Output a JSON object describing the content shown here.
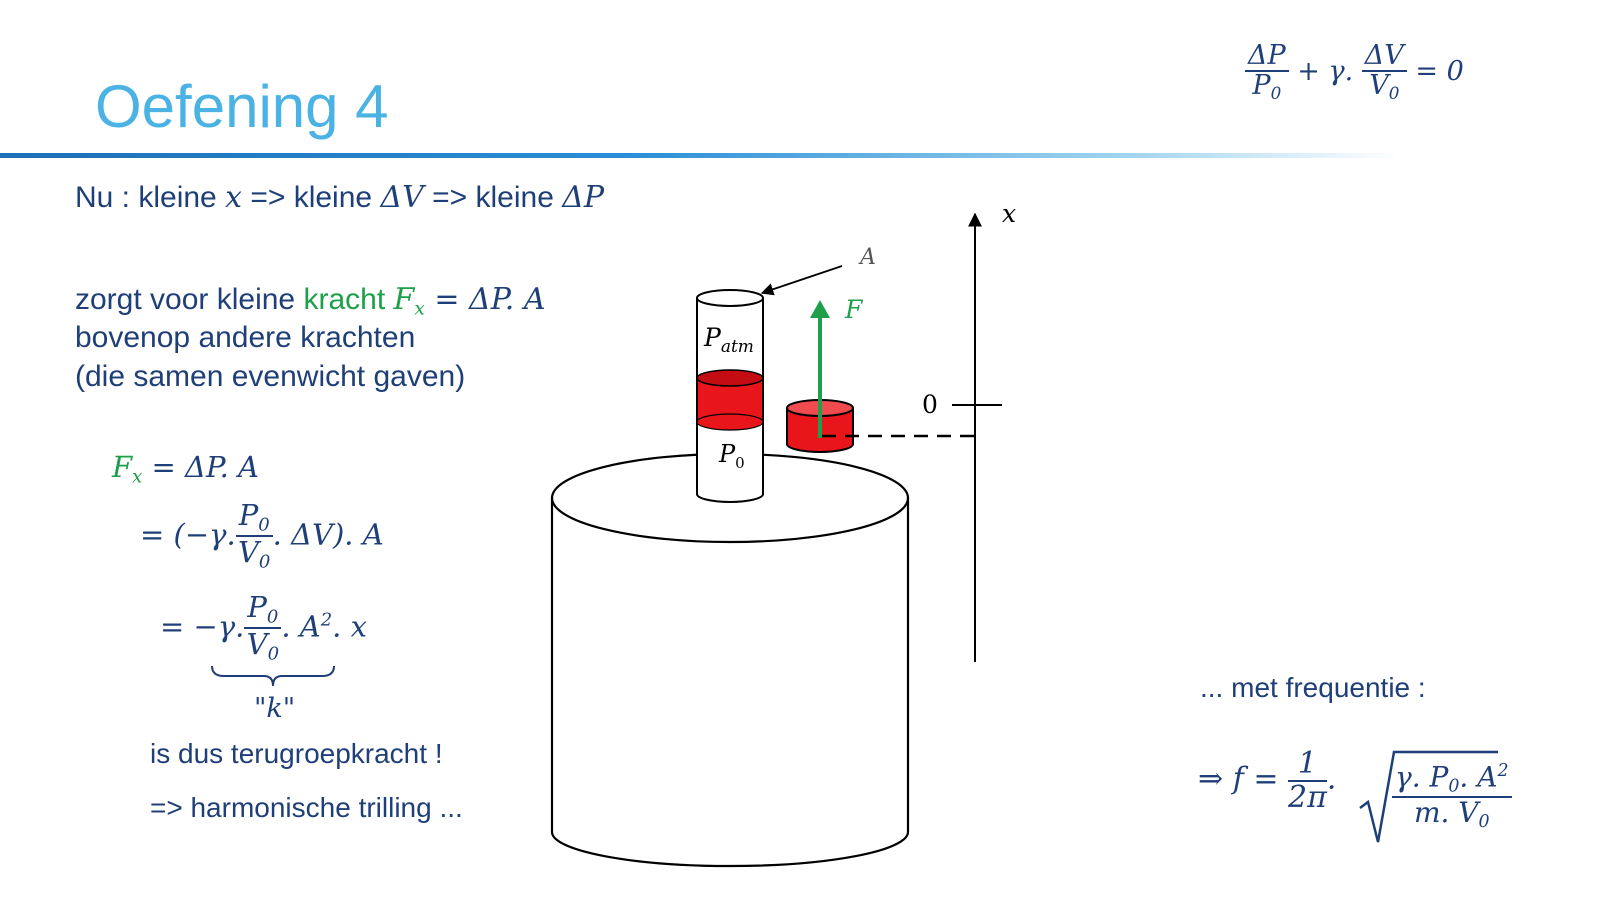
{
  "slide": {
    "title": "Oefening 4",
    "top_formula": {
      "num1": "ΔP",
      "den1": "P",
      "den1_sub": "0",
      "plus": "+ γ.",
      "num2": "ΔV",
      "den2": "V",
      "den2_sub": "0",
      "rhs": "= 0"
    },
    "line1": {
      "prefix": "Nu : kleine ",
      "x": "x",
      "mid1": " => kleine ",
      "dV": "ΔV",
      "mid2": " => kleine ",
      "dP": "ΔP"
    },
    "line2": {
      "prefix": "zorgt voor kleine ",
      "kracht": "kracht",
      "F": "F",
      "F_sub": "x",
      "eq": " = ΔP. A"
    },
    "line3": "bovenop andere krachten",
    "line4": "(die samen evenwicht gaven)",
    "derivation": {
      "l1_F": "F",
      "l1_sub": "x",
      "l1_rhs": " = ΔP. A",
      "l2_pre": "= (−γ.",
      "l2_num": "P",
      "l2_num_sub": "0",
      "l2_den": "V",
      "l2_den_sub": "0",
      "l2_post": ". ΔV). A",
      "l3_pre": "= −γ.",
      "l3_num": "P",
      "l3_num_sub": "0",
      "l3_den": "V",
      "l3_den_sub": "0",
      "l3_post": ". A",
      "l3_sup": "2",
      "l3_tail": ". x",
      "k_label": "\"k\""
    },
    "line_restoring": "is dus terugroepkracht !",
    "line_harmonic": "=> harmonische trilling ...",
    "freq_label": "... met frequentie :",
    "freq_formula": {
      "arrow": "⇒",
      "f": "f",
      "eq": "=",
      "num": "1",
      "den": "2π",
      "dot": ".",
      "rad_num": "γ. P",
      "rad_num_sub": "0",
      "rad_num_post": ". A",
      "rad_num_sup": "2",
      "rad_den": "m. V",
      "rad_den_sub": "0"
    },
    "figure": {
      "label_A": "A",
      "label_F": "F",
      "label_Patm": "P",
      "label_Patm_sub": "atm",
      "label_P0": "P",
      "label_P0_sub": "0",
      "axis_label": "x",
      "axis_zero": "0",
      "colors": {
        "liquid": "#e8161b",
        "force": "#1ea04a",
        "line": "#000000"
      }
    }
  }
}
